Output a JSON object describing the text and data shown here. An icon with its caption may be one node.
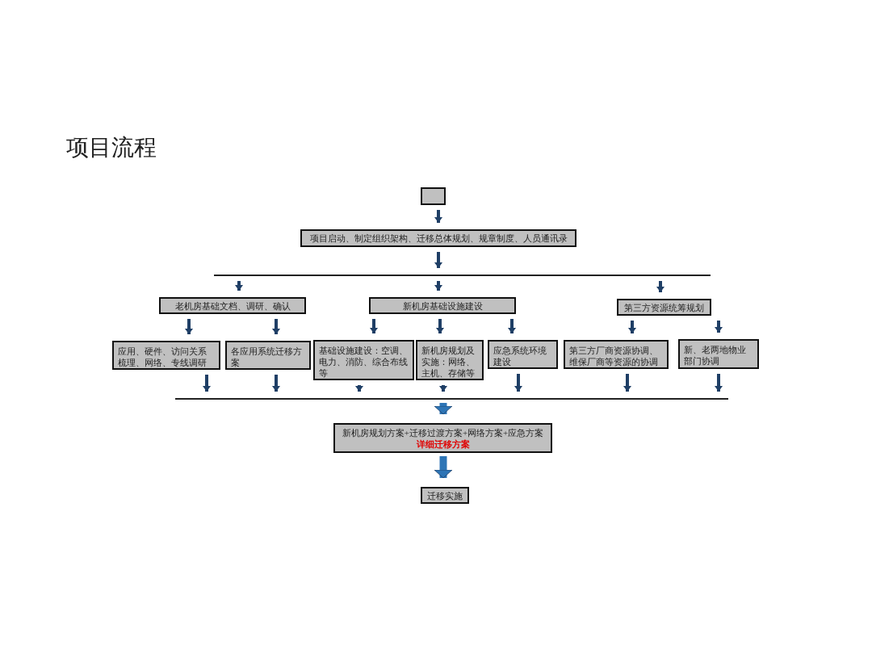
{
  "diagram": {
    "title": "项目流程",
    "nodes": [
      {
        "text": [],
        "shape": "box"
      },
      {
        "text": [
          "项目启动、制定组织架构、迁移总体规划、规章制度、人员通讯录"
        ]
      },
      {
        "text": [],
        "shape": "bar"
      },
      {
        "text": [
          "老机房基础文档、调研、确认"
        ]
      },
      {
        "text": [
          "新机房基础设施建设"
        ]
      },
      {
        "text": [
          "第三方资源统筹规划"
        ]
      },
      {
        "text": [
          "应用、硬件、访问关系梳理、网络、专线调研"
        ]
      },
      {
        "text": [
          "各应用系统迁移方案"
        ]
      },
      {
        "text": [
          "基础设施建设：空调、电力、消防、综合布线等"
        ]
      },
      {
        "text": [
          "新机房规划及实施：网络、主机、存储等"
        ]
      },
      {
        "text": [
          "应急系统环境建设"
        ]
      },
      {
        "text": [
          "第三方厂商资源协调、维保厂商等资源的协调"
        ]
      },
      {
        "text": [
          "新、老两地物业部门协调"
        ]
      },
      {
        "text": [],
        "shape": "bar"
      },
      {
        "text": [
          "新机房规划方案+迁移过渡方案+网络方案+应急方案",
          "详细迁移方案"
        ]
      },
      {
        "text": [
          "迁移实施"
        ]
      }
    ],
    "edges": [
      {
        "from": 0,
        "to": 1,
        "arrow": "to"
      },
      {
        "from": 1,
        "to": 2,
        "arrow": "to"
      },
      {
        "from": 2,
        "to": 3,
        "arrow": "to"
      },
      {
        "from": 2,
        "to": 4,
        "arrow": "to"
      },
      {
        "from": 2,
        "to": 5,
        "arrow": "to"
      },
      {
        "from": 3,
        "to": 6,
        "arrow": "to"
      },
      {
        "from": 3,
        "to": 7,
        "arrow": "to"
      },
      {
        "from": 4,
        "to": 8,
        "arrow": "to"
      },
      {
        "from": 4,
        "to": 9,
        "arrow": "to"
      },
      {
        "from": 4,
        "to": 10,
        "arrow": "to"
      },
      {
        "from": 5,
        "to": 11,
        "arrow": "to"
      },
      {
        "from": 5,
        "to": 12,
        "arrow": "to"
      },
      {
        "from": 6,
        "to": 13,
        "arrow": "to"
      },
      {
        "from": 7,
        "to": 13,
        "arrow": "to"
      },
      {
        "from": 8,
        "to": 13,
        "arrow": "to"
      },
      {
        "from": 9,
        "to": 13,
        "arrow": "to"
      },
      {
        "from": 10,
        "to": 13,
        "arrow": "to"
      },
      {
        "from": 11,
        "to": 13,
        "arrow": "to"
      },
      {
        "from": 12,
        "to": 13,
        "arrow": "to"
      },
      {
        "from": 13,
        "to": 14,
        "arrow": "to",
        "style": "thick",
        "color": "#2e75b6"
      },
      {
        "from": 14,
        "to": 15,
        "arrow": "to",
        "style": "thick",
        "color": "#2e75b6"
      }
    ]
  }
}
